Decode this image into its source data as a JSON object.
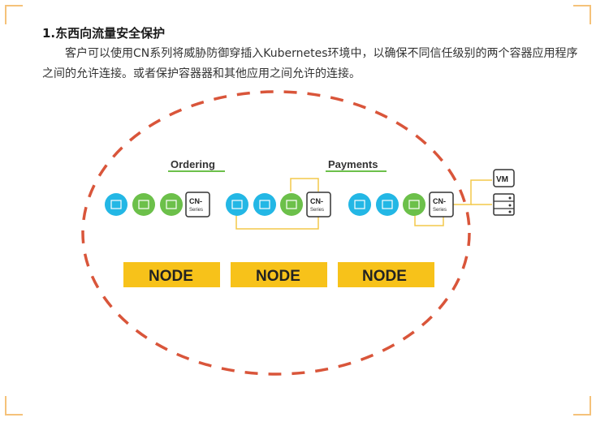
{
  "article": {
    "heading": "1.东西向流量安全保护",
    "paragraph": "客户可以使用CN系列将威胁防御穿插入Kubernetes环境中，以确保不同信任级别的两个容器应用程序之间的允许连接。或者保护容器器和其他应用之间允许的连接。"
  },
  "diagram": {
    "groups": [
      "Ordering",
      "Payments"
    ],
    "node_label": "NODE",
    "cn_label": "CN-",
    "cn_sub": "Series",
    "vm_label": "VM",
    "colors": {
      "ring": "#d9553a",
      "node_fill": "#f7c21a",
      "pod_blue": "#23b7e5",
      "pod_green": "#6cc04a",
      "connector": "#f3c84a",
      "group_underline": "#6cc04a"
    }
  }
}
